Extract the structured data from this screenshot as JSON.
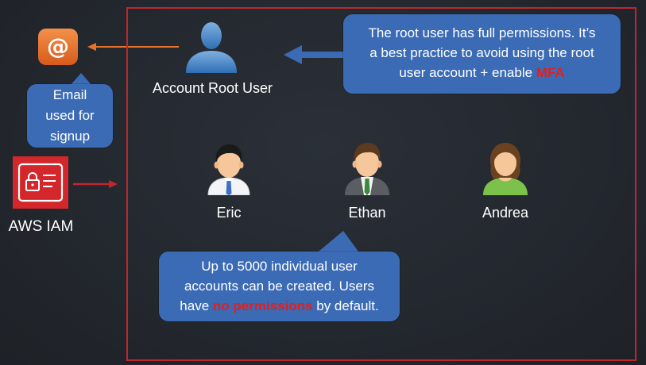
{
  "email_icon": {
    "icon": "at-sign-icon",
    "color": "#e8722c"
  },
  "email_bubble": {
    "line1": "Email",
    "line2": "used for",
    "line3": "signup"
  },
  "iam": {
    "label": "AWS IAM",
    "icon": "iam-identity-card-icon",
    "color": "#d3272b"
  },
  "root_user": {
    "label": "Account Root User"
  },
  "root_note": {
    "line1": "The root user has full permissions. It’s",
    "line2": "a best practice to avoid using the root",
    "line3_prefix": "user account + enable ",
    "line3_highlight": "MFA"
  },
  "users": [
    {
      "name": "Eric"
    },
    {
      "name": "Ethan"
    },
    {
      "name": "Andrea"
    }
  ],
  "users_note": {
    "line1": "Up to 5000 individual user",
    "line2": "accounts can be created. Users",
    "line3_prefix": "have ",
    "line3_highlight": "no permissions",
    "line3_suffix": " by default."
  },
  "colors": {
    "frame": "#c0272d",
    "bubble": "#3b6bb5",
    "highlight": "#e02020",
    "arrow_orange": "#e8722c",
    "arrow_red": "#c0272d"
  }
}
